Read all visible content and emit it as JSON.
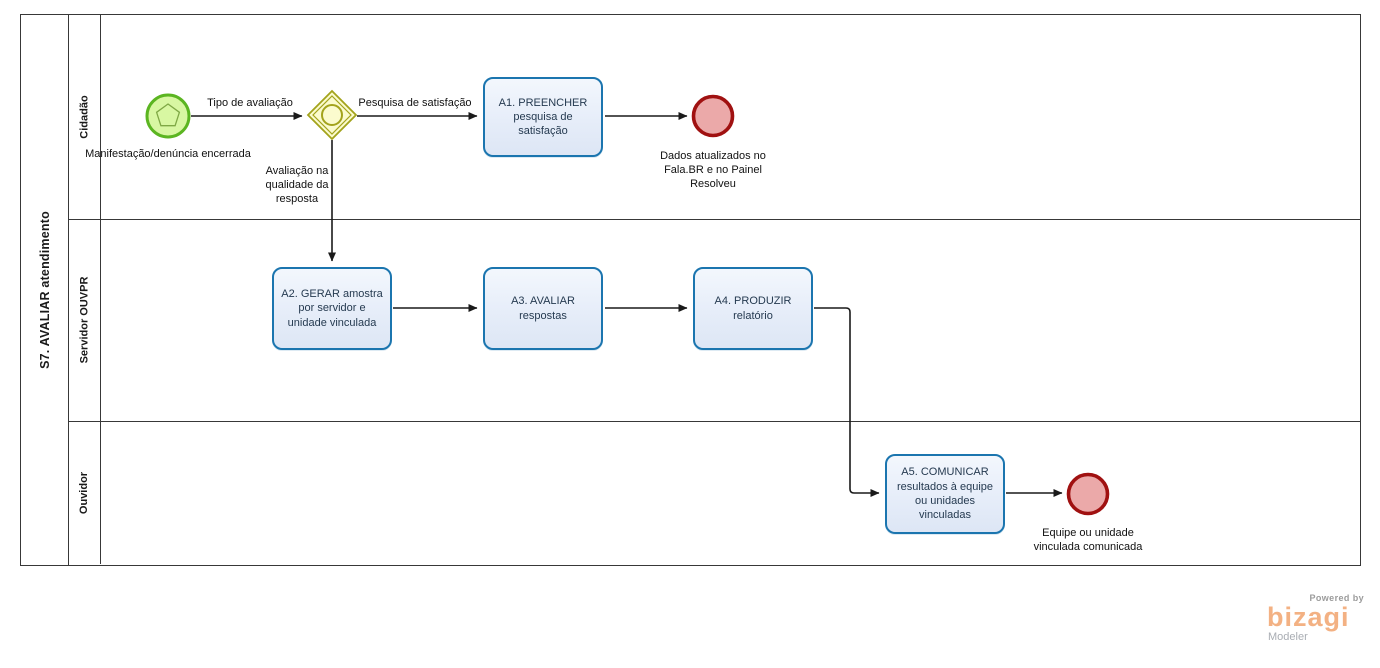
{
  "pool": {
    "title": "S7. AVALIAR atendimento"
  },
  "lanes": [
    {
      "label": "Cidadão"
    },
    {
      "label": "Servidor OUVPR"
    },
    {
      "label": "Ouvidor"
    }
  ],
  "events": {
    "start": {
      "type": "multiple-start",
      "label": "Manifestação/denúncia encerrada"
    },
    "end_survey": {
      "type": "end",
      "label": "Dados atualizados no Fala.BR e no Painel Resolveu"
    },
    "end_communication": {
      "type": "end",
      "label": "Equipe ou unidade vinculada comunicada"
    }
  },
  "gateway": {
    "type": "event-based"
  },
  "tasks": [
    {
      "id": "A1",
      "label": "A1. PREENCHER pesquisa de satisfação"
    },
    {
      "id": "A2",
      "label": "A2. GERAR amostra por servidor e unidade vinculada"
    },
    {
      "id": "A3",
      "label": "A3. AVALIAR respostas"
    },
    {
      "id": "A4",
      "label": "A4. PRODUZIR relatório"
    },
    {
      "id": "A5",
      "label": "A5. COMUNICAR resultados à equipe ou unidades vinculadas"
    }
  ],
  "flow_labels": [
    {
      "label": "Tipo de avaliação"
    },
    {
      "label": "Pesquisa de satisfação"
    },
    {
      "label": "Avaliação na qualidade da resposta"
    }
  ],
  "watermark": {
    "powered_by": "Powered by",
    "brand": "bizagi",
    "product": "Modeler"
  },
  "colors": {
    "task_border": "#1b75af",
    "task_fill": "#e6edf9",
    "start_event_border": "#5bb521",
    "start_event_fill": "#d8f7a2",
    "gateway_border": "#a3a31c",
    "gateway_fill": "#fbfbce",
    "end_event_border": "#a01111",
    "end_event_fill": "#eba9a9",
    "connector": "#1a1a1a",
    "brand_orange": "#f3b183"
  }
}
